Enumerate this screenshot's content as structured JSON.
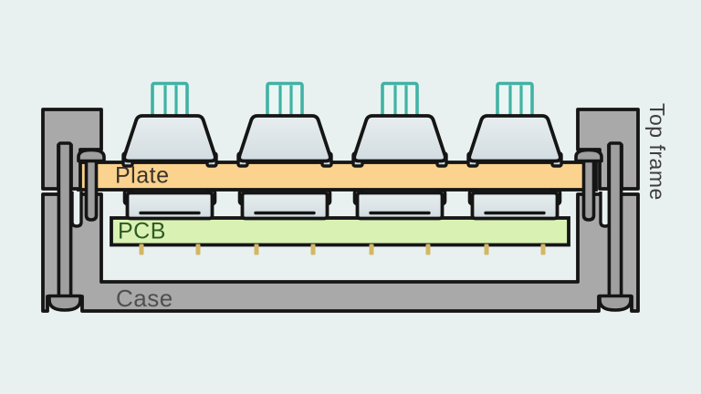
{
  "diagram": {
    "labels": {
      "plate": "Plate",
      "pcb": "PCB",
      "case": "Case",
      "top_frame": "Top frame"
    },
    "switch_count": 4,
    "switch_positions_x": [
      186,
      312,
      438,
      564
    ],
    "pin_count": 8,
    "colors": {
      "background": "#e9f1f0",
      "metal_gray": "#a9a9a9",
      "screw_gray": "#9f9f9f",
      "plate_orange": "#fbd28e",
      "pcb_green": "#d9f2b4",
      "stem_teal": "#41b2a4",
      "stem_fill": "#eaf6f3",
      "pin_gold": "#d4b766",
      "outline": "#151515",
      "label_plate": "#3a332a",
      "label_pcb": "#2e5a25",
      "label_case": "#4f4f4f",
      "label_top_frame": "#3e3e3e"
    }
  }
}
